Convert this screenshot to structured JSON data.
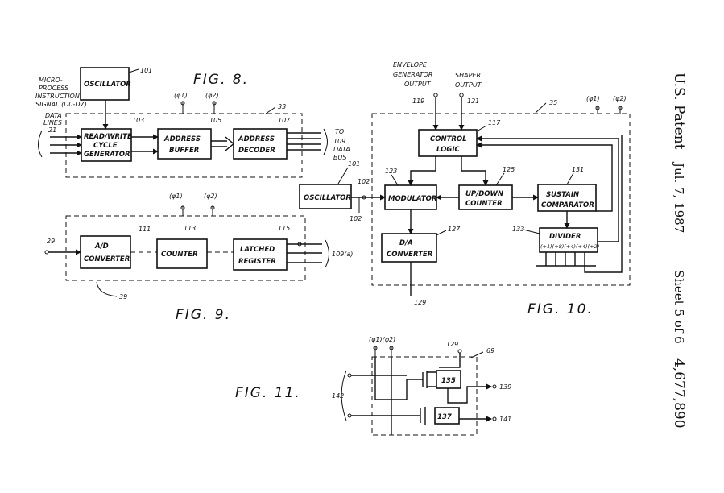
{
  "header": {
    "patent": "U.S. Patent",
    "date": "Jul. 7, 1987",
    "sheet": "Sheet 5 of 6",
    "number": "4,677,890"
  },
  "fig8": {
    "title": "FIG. 8.",
    "ref_box": "33",
    "oscillator": "OSCILLATOR",
    "osc_ref": "101",
    "input_label": [
      "MICRO-",
      "PROCESS",
      "INSTRUCTION",
      "SIGNAL (D0-D7)"
    ],
    "data_lines": [
      "DATA",
      "LINES",
      "21"
    ],
    "rw_gen": [
      "READ/WRITE",
      "CYCLE",
      "GENERATOR"
    ],
    "rw_ref": "103",
    "addr_buf": [
      "ADDRESS",
      "BUFFER"
    ],
    "buf_ref": "105",
    "addr_dec": [
      "ADDRESS",
      "DECODER"
    ],
    "dec_ref": "107",
    "phi1": "(φ1)",
    "phi2": "(φ2)",
    "out_label": [
      "TO",
      "109",
      "DATA",
      "BUS"
    ]
  },
  "fig9": {
    "title": "FIG. 9.",
    "ref_box": "39",
    "input_ref": "29",
    "ad": [
      "A/D",
      "CONVERTER"
    ],
    "ad_ref": "111",
    "counter": "COUNTER",
    "counter_ref": "113",
    "latched": [
      "LATCHED",
      "REGISTER"
    ],
    "latched_ref": "115",
    "out_ref": "109(a)",
    "phi1": "(φ1)",
    "phi2": "(φ2)"
  },
  "fig10": {
    "title": "FIG. 10.",
    "ref_box": "35",
    "env_label": [
      "ENVELOPE",
      "GENERATOR",
      "OUTPUT"
    ],
    "env_ref": "119",
    "shaper_label": [
      "SHAPER",
      "OUTPUT"
    ],
    "shaper_ref": "121",
    "oscillator": "OSCILLATOR",
    "osc_ref": "101",
    "osc_out": "102",
    "osc_out2": "102",
    "control": [
      "CONTROL",
      "LOGIC"
    ],
    "control_ref": "117",
    "modulator": "MODULATOR",
    "mod_ref": "123",
    "updown": [
      "UP/DOWN",
      "COUNTER"
    ],
    "updown_ref": "125",
    "sustain": [
      "SUSTAIN",
      "COMPARATOR"
    ],
    "sustain_ref": "131",
    "da": [
      "D/A",
      "CONVERTER"
    ],
    "da_ref": "127",
    "da_out": "129",
    "divider": [
      "DIVIDER",
      "(÷1)(÷8)(÷4)(÷4)(÷2)"
    ],
    "divider_ref": "133",
    "phi1": "(φ1)",
    "phi2": "(φ2)"
  },
  "fig11": {
    "title": "FIG. 11.",
    "ref_box": "69",
    "phi": "(φ1)(φ2)",
    "top_ref": "129",
    "t1": "135",
    "t2": "137",
    "out1": "139",
    "out2": "141",
    "input_ref": "142"
  }
}
